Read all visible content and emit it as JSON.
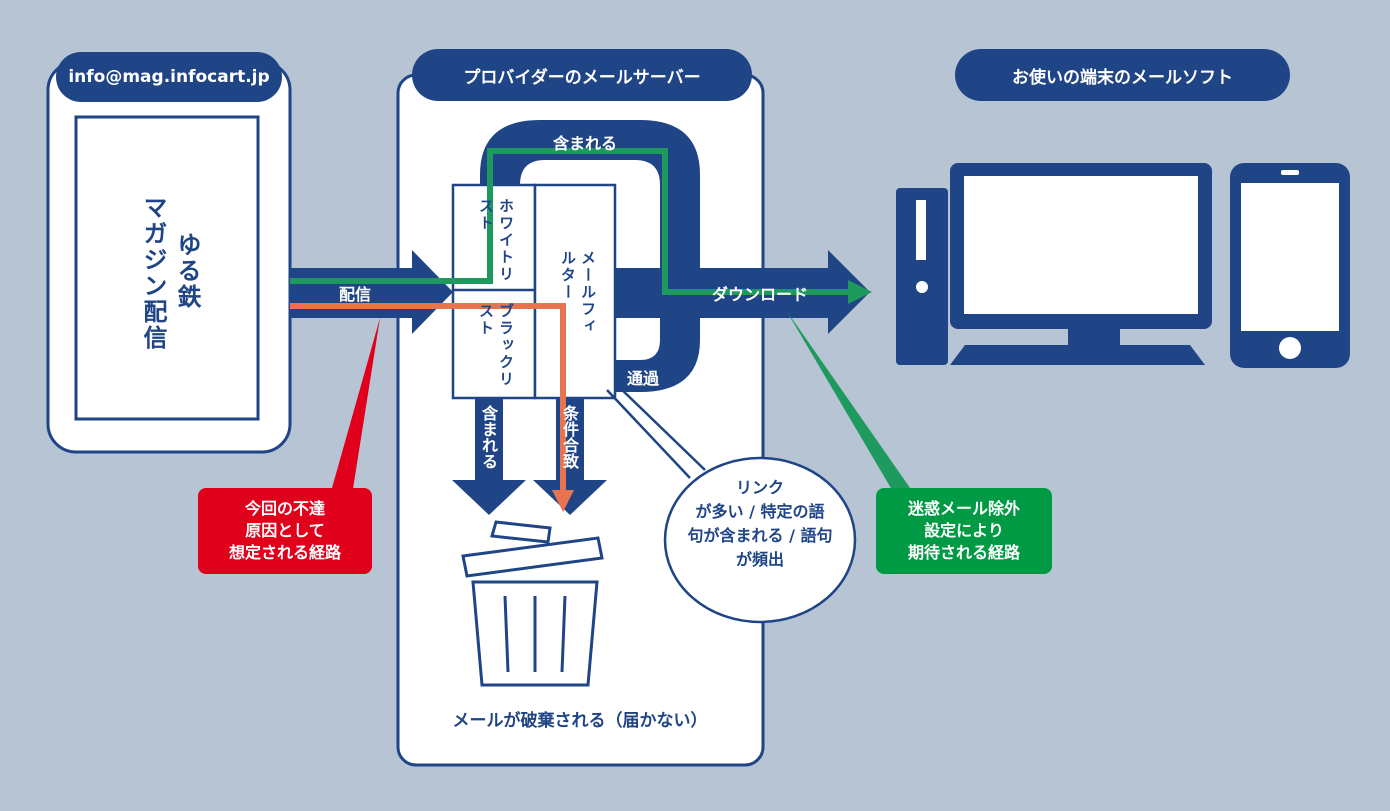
{
  "sender": {
    "address": "info@mag.infocart.jp",
    "name_line1": "ゆる鉄",
    "name_line2": "マガジン配信"
  },
  "server": {
    "title": "プロバイダーのメールサーバー",
    "whitelist": "ホワイトリスト",
    "blacklist": "ブラックリスト",
    "mailfilter": "メールフィルター"
  },
  "device": {
    "title": "お使いの端末のメールソフト"
  },
  "flow": {
    "deliver": "配信",
    "included_top": "含まれる",
    "download": "ダウンロード",
    "pass": "通過",
    "included_down": "含まれる",
    "condition_match": "条件合致",
    "discard": "メールが破棄される（届かない）"
  },
  "bubble": {
    "line1": "リンク",
    "line2": "が多い / 特定の語",
    "line3": "句が含まれる / 語句",
    "line4": "が頻出"
  },
  "red_callout": {
    "line1": "今回の不達",
    "line2": "原因として",
    "line3": "想定される経路"
  },
  "green_callout": {
    "line1": "迷惑メール除外",
    "line2": "設定により",
    "line3": "期待される経路"
  },
  "colors": {
    "navy": "#1f4587",
    "background": "#b7c4d4",
    "red": "#e0001b",
    "green": "#009944",
    "orange": "#e8744f"
  }
}
